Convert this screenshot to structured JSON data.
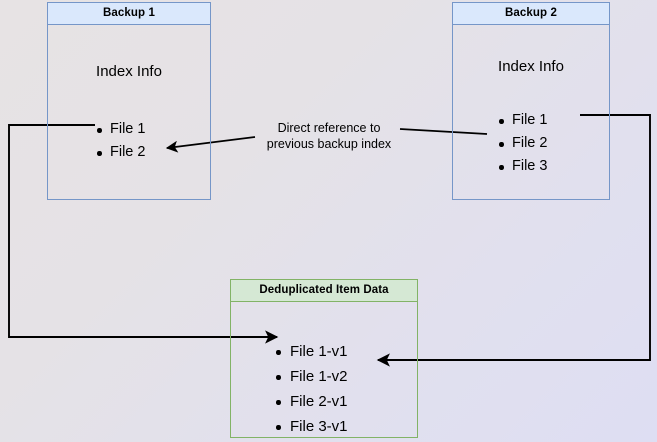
{
  "diagram": {
    "title_role": "backup-deduplication-diagram",
    "background": {
      "from_color": "#e7e3e4",
      "to_color": "#dedef3"
    },
    "palette": {
      "blue_fill": "#dae8fc",
      "blue_stroke": "#7596c8",
      "green_fill": "#d5e8d4",
      "green_stroke": "#82b366",
      "edge_color": "#000000",
      "text_color": "#000000"
    },
    "boxes": [
      {
        "id": "backup-1",
        "header": "Backup 1",
        "caption": "Index Info",
        "items": [
          "File 1",
          "File 2"
        ]
      },
      {
        "id": "backup-2",
        "header": "Backup 2",
        "caption": "Index Info",
        "items": [
          "File 1",
          "File 2",
          "File 3"
        ]
      },
      {
        "id": "deduplicated-item-data",
        "header": "Deduplicated Item Data",
        "caption": "",
        "items": [
          "File 1-v1",
          "File 1-v2",
          "File 2-v1",
          "File 3-v1"
        ]
      }
    ],
    "edge_labels": [
      {
        "id": "direct-reference-label",
        "line1": "Direct reference to",
        "line2": "previous backup index"
      }
    ]
  }
}
